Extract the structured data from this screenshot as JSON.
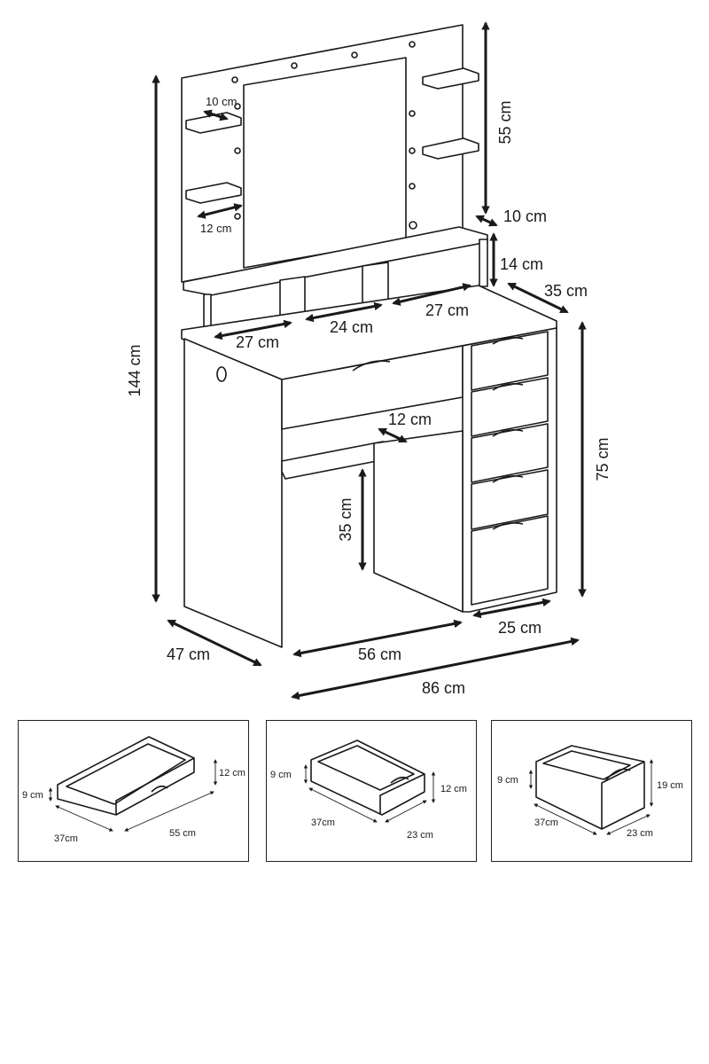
{
  "main": {
    "overall_height": "144 cm",
    "mirror_height": "55 cm",
    "shelf_depth_top": "10 cm",
    "shelf_depth_left": "10 cm",
    "shelf_width_left": "12 cm",
    "hutch_height": "14 cm",
    "hutch_depth": "35 cm",
    "hutch_comp_left": "27 cm",
    "hutch_comp_mid": "24 cm",
    "hutch_comp_right": "27 cm",
    "desk_height": "75 cm",
    "keyboard_depth": "12 cm",
    "knee_height": "35 cm",
    "depth": "47 cm",
    "knee_width": "56 cm",
    "drawer_col_width": "25 cm",
    "total_width": "86 cm"
  },
  "drawers": [
    {
      "depth": "37cm",
      "width": "55 cm",
      "front_height": "12 cm",
      "side_height": "9 cm"
    },
    {
      "depth": "37cm",
      "width": "23 cm",
      "front_height": "12 cm",
      "side_height": "9 cm"
    },
    {
      "depth": "37cm",
      "width": "23 cm",
      "front_height": "19 cm",
      "side_height": "9 cm"
    }
  ]
}
